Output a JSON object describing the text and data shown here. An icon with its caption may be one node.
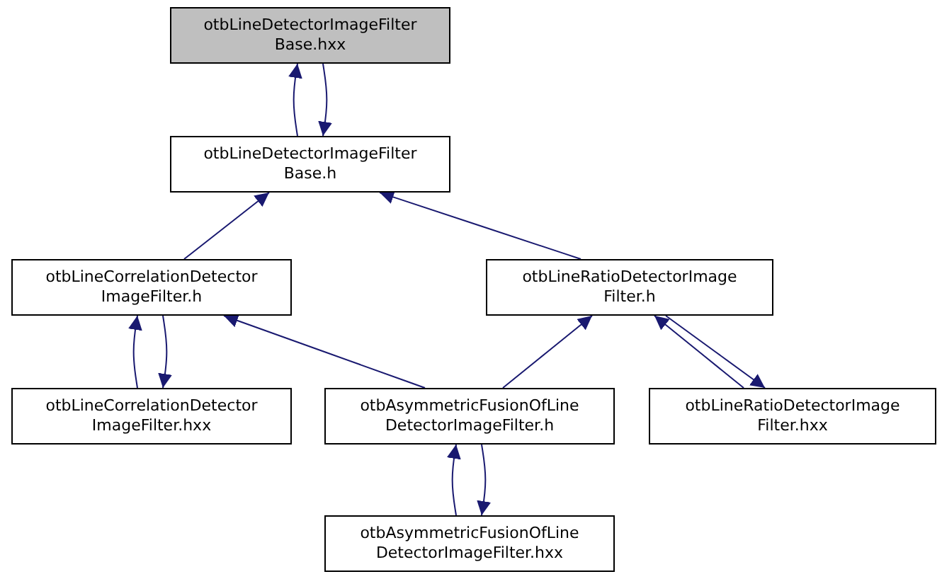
{
  "diagram": {
    "nodes": [
      {
        "text": [
          "otbLineDetectorImageFilter Base.hxx"
        ]
      },
      {
        "text": [
          "otbLineDetectorImageFilter Base.h"
        ]
      },
      {
        "text": [
          "otbLineCorrelationDetector ImageFilter.h"
        ]
      },
      {
        "text": [
          "otbLineRatioDetectorImage Filter.h"
        ]
      },
      {
        "text": [
          "otbLineCorrelationDetector ImageFilter.hxx"
        ]
      },
      {
        "text": [
          "otbAsymmetricFusionOfLine DetectorImageFilter.h"
        ]
      },
      {
        "text": [
          "otbLineRatioDetectorImage Filter.hxx"
        ]
      },
      {
        "text": [
          "otbAsymmetricFusionOfLine DetectorImageFilter.hxx"
        ]
      }
    ],
    "edges": [
      {
        "from": 1,
        "to": 0,
        "arrow": "to"
      },
      {
        "from": 0,
        "to": 1,
        "arrow": "to"
      },
      {
        "from": 2,
        "to": 1,
        "arrow": "to"
      },
      {
        "from": 3,
        "to": 1,
        "arrow": "to"
      },
      {
        "from": 4,
        "to": 2,
        "arrow": "to"
      },
      {
        "from": 2,
        "to": 4,
        "arrow": "to"
      },
      {
        "from": 5,
        "to": 2,
        "arrow": "to"
      },
      {
        "from": 5,
        "to": 3,
        "arrow": "to"
      },
      {
        "from": 6,
        "to": 3,
        "arrow": "to"
      },
      {
        "from": 3,
        "to": 6,
        "arrow": "to"
      },
      {
        "from": 7,
        "to": 5,
        "arrow": "to"
      },
      {
        "from": 5,
        "to": 7,
        "arrow": "to"
      }
    ]
  }
}
